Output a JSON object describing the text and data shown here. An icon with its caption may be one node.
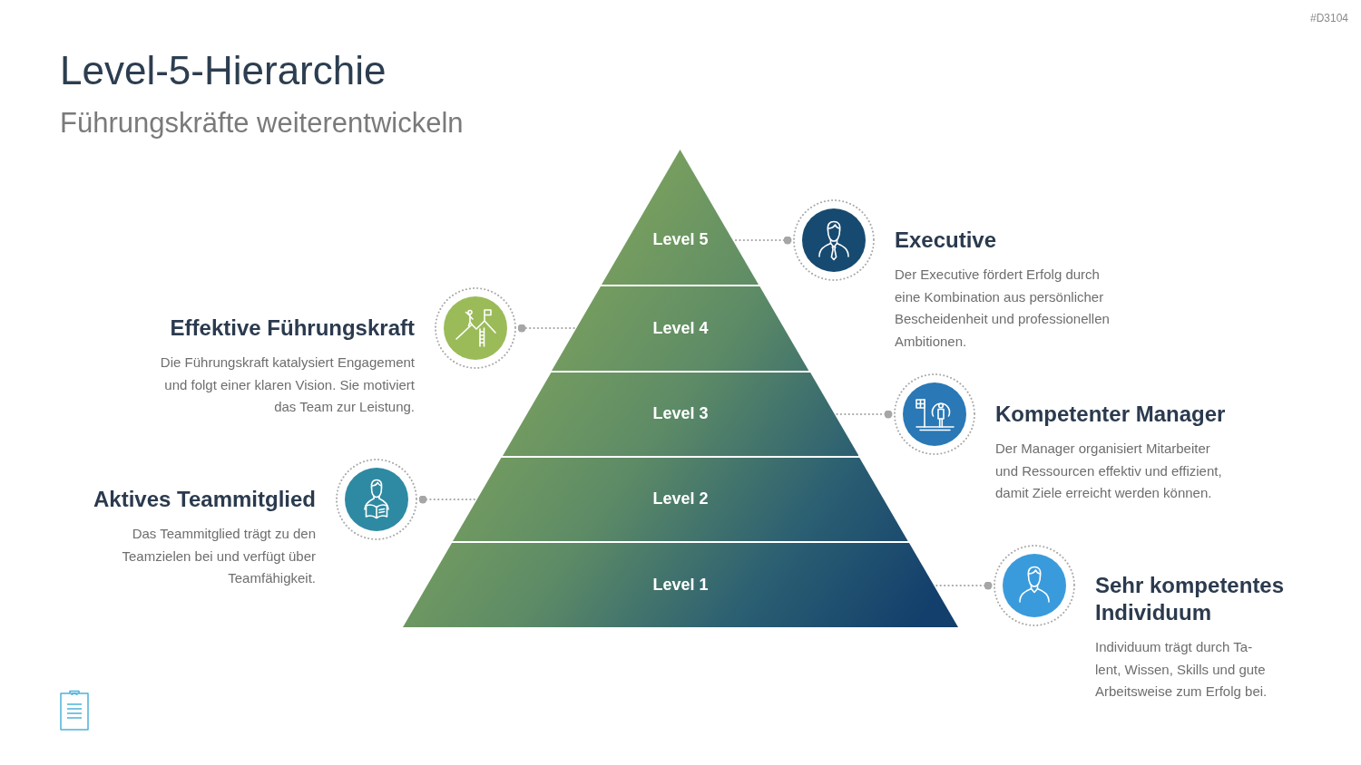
{
  "diagram": {
    "title": "Level-5-Hierarchie",
    "nodes": [
      {
        "text": [
          "Level 5"
        ]
      },
      {
        "text": [
          "Level 4"
        ]
      },
      {
        "text": [
          "Level 3"
        ]
      },
      {
        "text": [
          "Level 2"
        ]
      },
      {
        "text": [
          "Level 1"
        ]
      },
      {
        "text": [],
        "shape": "circle",
        "beside": [
          "Executive",
          "Der Executive fördert Erfolg durch eine Kombination aus persönlicher Bescheidenheit und professionellen Ambitionen."
        ]
      },
      {
        "text": [],
        "shape": "circle",
        "beside": [
          "Effektive Führungskraft",
          "Die Führungskraft katalysiert Engagement und folgt einer klaren Vision. Sie motiviert das Team zur Leistung."
        ]
      },
      {
        "text": [],
        "shape": "circle",
        "beside": [
          "Kompetenter Manager",
          "Der Manager organisiert Mitarbeiter und Ressourcen effektiv und effizient, damit Ziele erreicht werden können."
        ]
      },
      {
        "text": [],
        "shape": "circle",
        "beside": [
          "Aktives Teammitglied",
          "Das Teammitglied trägt zu den Teamzielen bei und verfügt über Teamfähigkeit."
        ]
      },
      {
        "text": [],
        "shape": "circle",
        "beside": [
          "Sehr kompetentes Individuum",
          "Individuum trägt durch Ta-lent, Wissen, Skills und gute Arbeitsweise zum Erfolg bei."
        ]
      }
    ],
    "edges": [
      {
        "from": 0,
        "to": 5,
        "arrow": "other",
        "style": "dashed"
      },
      {
        "from": 1,
        "to": 6,
        "arrow": "other",
        "style": "dashed"
      },
      {
        "from": 2,
        "to": 7,
        "arrow": "other",
        "style": "dashed"
      },
      {
        "from": 3,
        "to": 8,
        "arrow": "other",
        "style": "dashed"
      },
      {
        "from": 4,
        "to": 9,
        "arrow": "other",
        "style": "dashed"
      }
    ],
    "labels": [
      "Führungskräfte weiterentwickeln",
      "#D3104"
    ]
  }
}
